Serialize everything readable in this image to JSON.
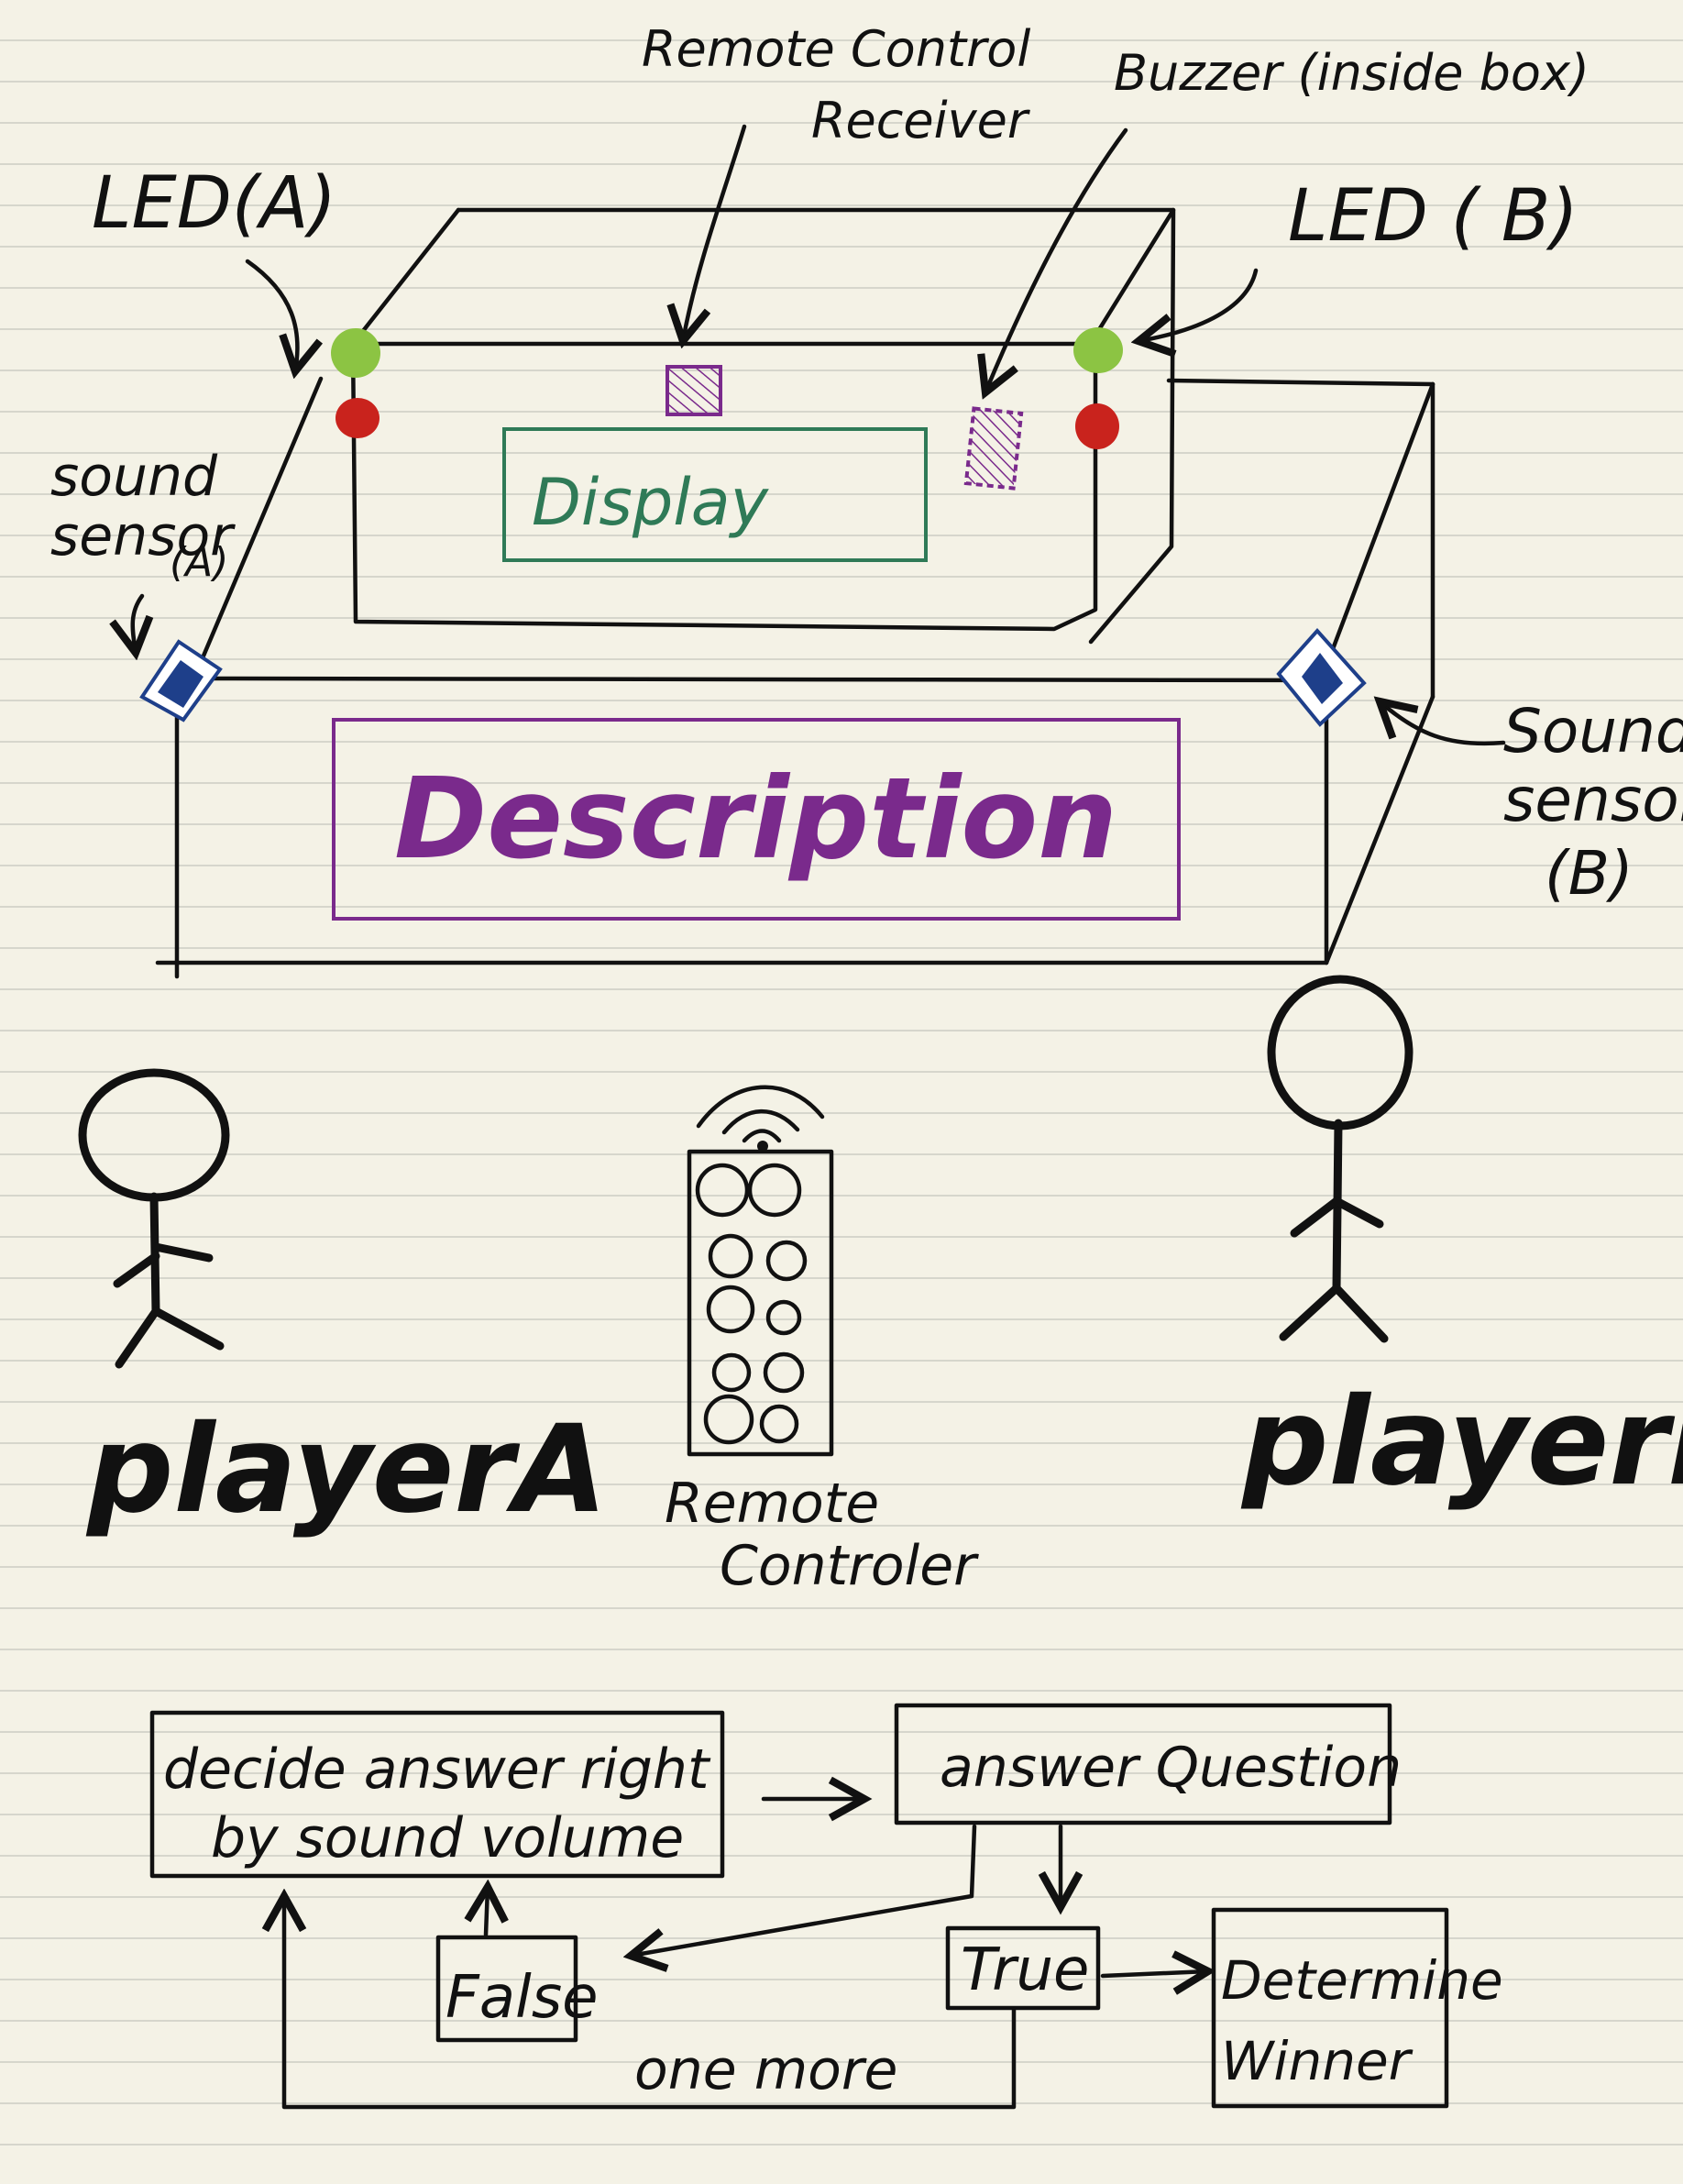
{
  "labels": {
    "remote_control_receiver": [
      "Remote Control",
      "Receiver"
    ],
    "buzzer": "Buzzer (inside box)",
    "led_a": "LED(A)",
    "led_b": "LED ( B)",
    "sound_sensor_a": [
      "sound",
      "sensor",
      "(A)"
    ],
    "sound_sensor_b": [
      "Sound",
      "sensor",
      "(B)"
    ],
    "display": "Display",
    "description": "Description",
    "player_a": "playerA",
    "player_b": "playerB",
    "remote_controller": [
      "Remote",
      "Controler"
    ]
  },
  "flow": {
    "decide": [
      "decide answer right",
      "by sound volume"
    ],
    "answer": "answer Question",
    "false": "False",
    "true": "True",
    "determine": [
      "Determine",
      "Winner"
    ],
    "one_more": "one more"
  },
  "colors": {
    "led_green": "#8cc443",
    "led_red": "#c9231d",
    "display": "#2f7a57",
    "description": "#7a2a8c",
    "receiver": "#7a2a8c",
    "sensor": "#1e3f8a",
    "ink": "#111111"
  },
  "icons": [
    "led-a-green-icon",
    "led-a-red-icon",
    "led-b-green-icon",
    "led-b-red-icon",
    "receiver-icon",
    "buzzer-icon",
    "sound-sensor-a-icon",
    "sound-sensor-b-icon",
    "player-a-stick-figure",
    "player-b-stick-figure",
    "remote-controller-icon"
  ]
}
